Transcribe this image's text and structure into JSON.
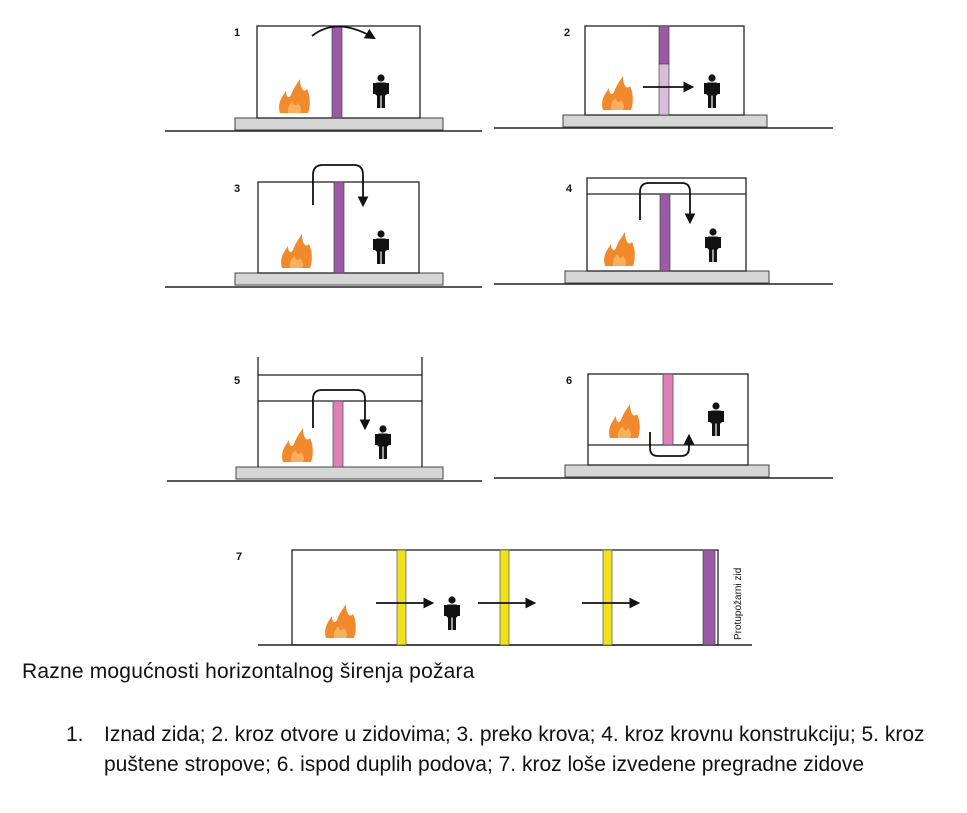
{
  "panels": [
    {
      "number": "1"
    },
    {
      "number": "2"
    },
    {
      "number": "3"
    },
    {
      "number": "4"
    },
    {
      "number": "5"
    },
    {
      "number": "6"
    },
    {
      "number": "7"
    }
  ],
  "wall_label": "Protupožarni zid",
  "caption": "Razne mogućnosti horizontalnog širenja požara",
  "legend": {
    "number": "1.",
    "text": "Iznad zida; 2. kroz otvore u zidovima; 3. preko krova; 4. kroz krovnu konstrukciju; 5. kroz puštene stropove; 6. ispod duplih podova; 7. kroz loše izvedene pregradne zidove"
  },
  "colors": {
    "wall_purple": "#9b5aa6",
    "wall_light": "#d9bcd9",
    "wall_pink": "#e07fb3",
    "wall_yellow": "#f2e11a",
    "fire": "#f08a2c",
    "base": "#d6d6d6",
    "line": "#222222"
  }
}
